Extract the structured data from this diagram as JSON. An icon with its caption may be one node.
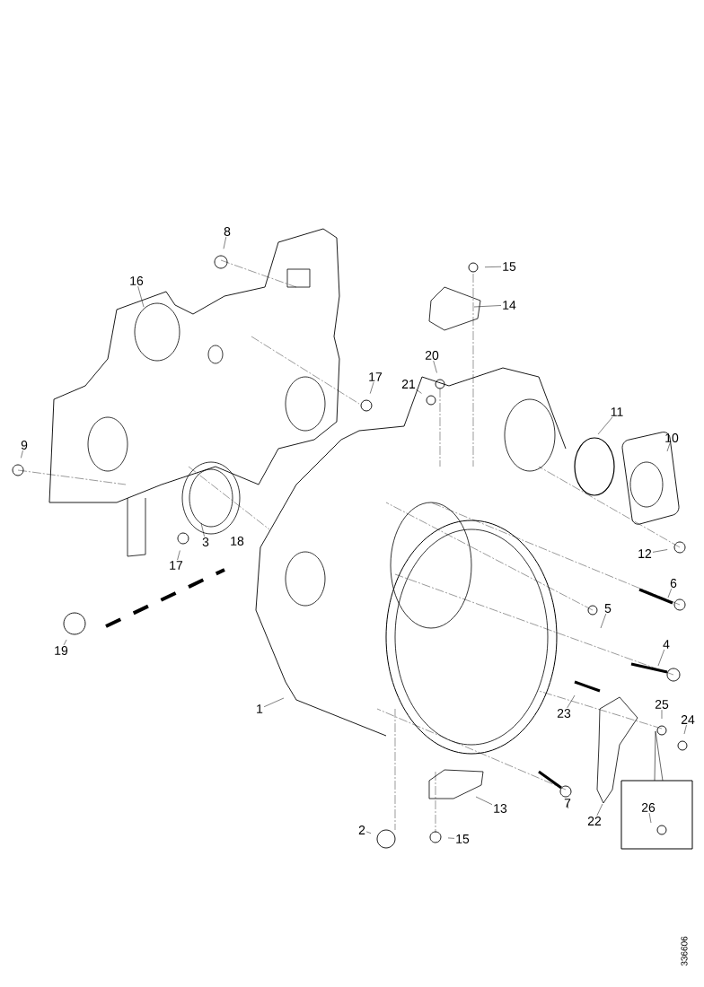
{
  "diagram": {
    "nodes": [
      {
        "text": [
          "8"
        ]
      },
      {
        "text": [
          "16"
        ]
      },
      {
        "text": [
          "15"
        ]
      },
      {
        "text": [
          "14"
        ]
      },
      {
        "text": [
          "20"
        ]
      },
      {
        "text": [
          "17"
        ]
      },
      {
        "text": [
          "21"
        ]
      },
      {
        "text": [
          "11"
        ]
      },
      {
        "text": [
          "10"
        ]
      },
      {
        "text": [
          "9"
        ]
      },
      {
        "text": [
          "3"
        ]
      },
      {
        "text": [
          "18"
        ]
      },
      {
        "text": [
          "17"
        ]
      },
      {
        "text": [
          "12"
        ]
      },
      {
        "text": [
          "6"
        ]
      },
      {
        "text": [
          "5"
        ]
      },
      {
        "text": [
          "19"
        ]
      },
      {
        "text": [
          "4"
        ]
      },
      {
        "text": [
          "1"
        ]
      },
      {
        "text": [
          "23"
        ]
      },
      {
        "text": [
          "25"
        ]
      },
      {
        "text": [
          "24"
        ]
      },
      {
        "text": [
          "7"
        ]
      },
      {
        "text": [
          "22"
        ]
      },
      {
        "text": [
          "13"
        ]
      },
      {
        "text": [
          "2"
        ]
      },
      {
        "text": [
          "15"
        ]
      },
      {
        "text": [
          "26"
        ]
      }
    ],
    "edges": [
      {
        "from": 0,
        "to": null,
        "arrow": "none"
      },
      {
        "from": 1,
        "to": null,
        "arrow": "none"
      },
      {
        "from": 2,
        "to": null,
        "arrow": "none"
      },
      {
        "from": 3,
        "to": null,
        "arrow": "none"
      },
      {
        "from": 4,
        "to": null,
        "arrow": "none"
      },
      {
        "from": 5,
        "to": null,
        "arrow": "none"
      },
      {
        "from": 6,
        "to": null,
        "arrow": "none"
      },
      {
        "from": 7,
        "to": null,
        "arrow": "none"
      },
      {
        "from": 8,
        "to": null,
        "arrow": "none"
      },
      {
        "from": 9,
        "to": null,
        "arrow": "none"
      },
      {
        "from": 10,
        "to": null,
        "arrow": "none"
      },
      {
        "from": 12,
        "to": null,
        "arrow": "none"
      },
      {
        "from": 13,
        "to": null,
        "arrow": "none"
      },
      {
        "from": 14,
        "to": null,
        "arrow": "none"
      },
      {
        "from": 15,
        "to": null,
        "arrow": "none"
      },
      {
        "from": 16,
        "to": null,
        "arrow": "none"
      },
      {
        "from": 17,
        "to": null,
        "arrow": "none"
      },
      {
        "from": 18,
        "to": null,
        "arrow": "none"
      },
      {
        "from": 19,
        "to": null,
        "arrow": "none"
      },
      {
        "from": 20,
        "to": null,
        "arrow": "none"
      },
      {
        "from": 21,
        "to": null,
        "arrow": "none"
      },
      {
        "from": 22,
        "to": null,
        "arrow": "none"
      },
      {
        "from": 23,
        "to": null,
        "arrow": "none"
      },
      {
        "from": 24,
        "to": null,
        "arrow": "none"
      },
      {
        "from": 25,
        "to": null,
        "arrow": "none"
      },
      {
        "from": 26,
        "to": null,
        "arrow": "none"
      },
      {
        "from": 27,
        "to": null,
        "arrow": "none"
      }
    ],
    "labels": [
      "336606"
    ]
  }
}
